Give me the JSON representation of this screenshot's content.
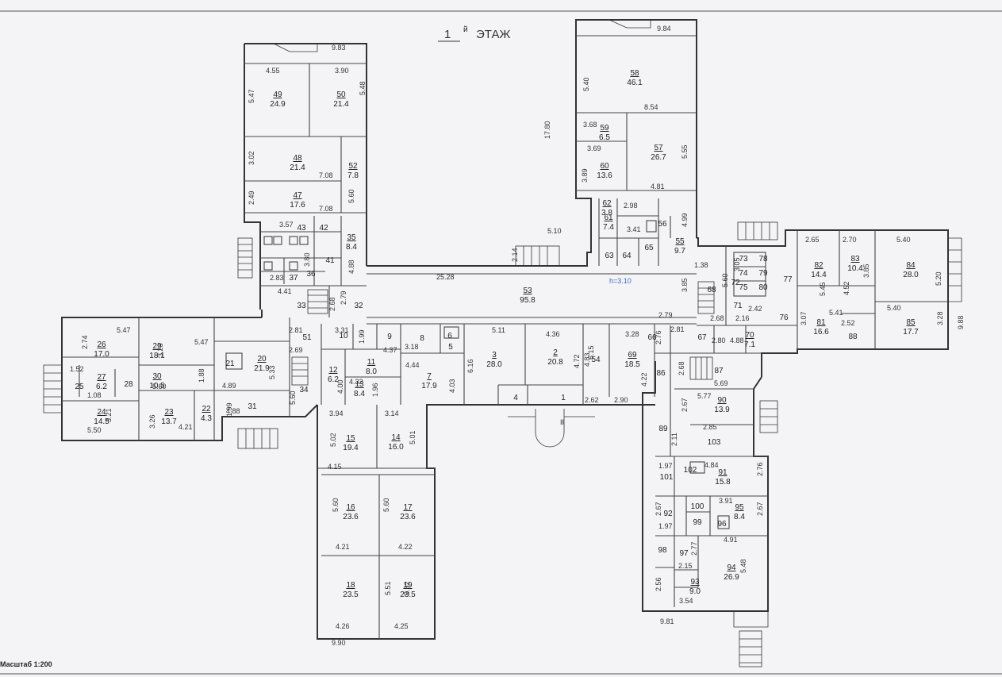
{
  "title": {
    "number": "1",
    "suffix": "й",
    "text": "ЭТАЖ"
  },
  "scale": "Масштаб 1:200",
  "height_note": "h=3.10",
  "accent_colors": {
    "walls": "#333333",
    "height_note": "#3a6fbf",
    "paper": "#f4f4f6"
  },
  "rooms": [
    {
      "n": "49",
      "a": "24.9"
    },
    {
      "n": "50",
      "a": "21.4"
    },
    {
      "n": "48",
      "a": "21.4"
    },
    {
      "n": "52",
      "a": "7.8"
    },
    {
      "n": "47",
      "a": "17.6"
    },
    {
      "n": "43",
      "a": ""
    },
    {
      "n": "42",
      "a": ""
    },
    {
      "n": "35",
      "a": "8.4"
    },
    {
      "n": "41",
      "a": ""
    },
    {
      "n": "37",
      "a": ""
    },
    {
      "n": "36",
      "a": ""
    },
    {
      "n": "33",
      "a": ""
    },
    {
      "n": "32",
      "a": ""
    },
    {
      "n": "53",
      "a": "95.8"
    },
    {
      "n": "58",
      "a": "46.1"
    },
    {
      "n": "59",
      "a": "6.5"
    },
    {
      "n": "60",
      "a": "13.6"
    },
    {
      "n": "57",
      "a": "26.7"
    },
    {
      "n": "62",
      "a": "3.8"
    },
    {
      "n": "61",
      "a": "7.4"
    },
    {
      "n": "56",
      "a": ""
    },
    {
      "n": "55",
      "a": "9.7"
    },
    {
      "n": "63",
      "a": ""
    },
    {
      "n": "64",
      "a": ""
    },
    {
      "n": "65",
      "a": ""
    },
    {
      "n": "26",
      "a": "17.0"
    },
    {
      "n": "29",
      "a": "18.1"
    },
    {
      "n": "27",
      "a": "6.2"
    },
    {
      "n": "25",
      "a": ""
    },
    {
      "n": "28",
      "a": ""
    },
    {
      "n": "30",
      "a": "10.5"
    },
    {
      "n": "24",
      "a": "14.5"
    },
    {
      "n": "23",
      "a": "13.7"
    },
    {
      "n": "22",
      "a": "4.3"
    },
    {
      "n": "21",
      "a": ""
    },
    {
      "n": "20",
      "a": "21.9"
    },
    {
      "n": "31",
      "a": ""
    },
    {
      "n": "51",
      "a": ""
    },
    {
      "n": "34",
      "a": ""
    },
    {
      "n": "10",
      "a": ""
    },
    {
      "n": "11",
      "a": "8.0"
    },
    {
      "n": "12",
      "a": "6.2"
    },
    {
      "n": "13",
      "a": "8.4"
    },
    {
      "n": "9",
      "a": ""
    },
    {
      "n": "8",
      "a": ""
    },
    {
      "n": "6",
      "a": ""
    },
    {
      "n": "5",
      "a": ""
    },
    {
      "n": "7",
      "a": "17.9"
    },
    {
      "n": "3",
      "a": "28.0"
    },
    {
      "n": "2",
      "a": "20.8"
    },
    {
      "n": "54",
      "a": ""
    },
    {
      "n": "69",
      "a": "18.5"
    },
    {
      "n": "4",
      "a": ""
    },
    {
      "n": "1",
      "a": ""
    },
    {
      "n": "15",
      "a": "19.4"
    },
    {
      "n": "14",
      "a": "16.0"
    },
    {
      "n": "16",
      "a": "23.6"
    },
    {
      "n": "17",
      "a": "23.6"
    },
    {
      "n": "18",
      "a": "23.5"
    },
    {
      "n": "19",
      "a": "23.5"
    },
    {
      "n": "68",
      "a": ""
    },
    {
      "n": "72",
      "a": ""
    },
    {
      "n": "77",
      "a": ""
    },
    {
      "n": "71",
      "a": ""
    },
    {
      "n": "76",
      "a": ""
    },
    {
      "n": "82",
      "a": "14.4"
    },
    {
      "n": "83",
      "a": "10.4"
    },
    {
      "n": "84",
      "a": "28.0"
    },
    {
      "n": "81",
      "a": "16.6"
    },
    {
      "n": "88",
      "a": ""
    },
    {
      "n": "85",
      "a": "17.7"
    },
    {
      "n": "66",
      "a": ""
    },
    {
      "n": "67",
      "a": ""
    },
    {
      "n": "70",
      "a": "7.1"
    },
    {
      "n": "86",
      "a": ""
    },
    {
      "n": "87",
      "a": ""
    },
    {
      "n": "90",
      "a": "13.9"
    },
    {
      "n": "89",
      "a": ""
    },
    {
      "n": "103",
      "a": ""
    },
    {
      "n": "101",
      "a": ""
    },
    {
      "n": "102",
      "a": ""
    },
    {
      "n": "91",
      "a": "15.8"
    },
    {
      "n": "92",
      "a": ""
    },
    {
      "n": "100",
      "a": ""
    },
    {
      "n": "95",
      "a": "8.4"
    },
    {
      "n": "99",
      "a": ""
    },
    {
      "n": "96",
      "a": ""
    },
    {
      "n": "98",
      "a": ""
    },
    {
      "n": "97",
      "a": ""
    },
    {
      "n": "94",
      "a": "26.9"
    },
    {
      "n": "93",
      "a": "9.0"
    },
    {
      "n": "73",
      "a": ""
    },
    {
      "n": "74",
      "a": ""
    },
    {
      "n": "75",
      "a": ""
    },
    {
      "n": "78",
      "a": ""
    },
    {
      "n": "79",
      "a": ""
    },
    {
      "n": "80",
      "a": ""
    }
  ],
  "dimensions": [
    "9.83",
    "4.55",
    "3.90",
    "5.47",
    "5.48",
    "3.02",
    "7.08",
    "2.49",
    "7.08",
    "5.60",
    "3.57",
    "2.83",
    "3.80",
    "4.88",
    "4.41",
    "2.68",
    "2.79",
    "25.28",
    "5.10",
    "2.14",
    "9.84",
    "5.40",
    "17.80",
    "8.54",
    "3.68",
    "3.69",
    "3.89",
    "4.81",
    "5.55",
    "2.98",
    "3.41",
    "4.99",
    "3.85",
    "2.79",
    "2.74",
    "5.47",
    "3.23",
    "5.47",
    "1.52",
    "1.08",
    "5.60",
    "1.88",
    "3.21",
    "3.26",
    "4.21",
    "5.50",
    "4.89",
    "5.33",
    "1.99",
    "4.88",
    "5.60",
    "2.81",
    "2.69",
    "3.31",
    "1.99",
    "4.37",
    "4.32",
    "1.96",
    "4.00",
    "3.18",
    "4.44",
    "4.03",
    "5.11",
    "6.16",
    "4.36",
    "4.72",
    "4.83",
    "6.15",
    "3.28",
    "2.62",
    "2.90",
    "4.22",
    "3.94",
    "3.14",
    "5.02",
    "5.01",
    "4.15",
    "5.60",
    "5.60",
    "4.21",
    "4.22",
    "5.51",
    "5.52",
    "4.26",
    "4.25",
    "9.90",
    "1.38",
    "5.60",
    "3.05",
    "2.68",
    "2.16",
    "2.42",
    "2.80",
    "4.88",
    "2.65",
    "2.70",
    "5.40",
    "3.85",
    "5.45",
    "4.52",
    "5.41",
    "3.07",
    "2.52",
    "5.40",
    "5.20",
    "3.28",
    "9.88",
    "2.76",
    "2.81",
    "2.68",
    "5.69",
    "5.77",
    "2.67",
    "2.85",
    "2.11",
    "1.97",
    "4.84",
    "2.76",
    "2.67",
    "1.97",
    "3.91",
    "2.67",
    "4.91",
    "2.77",
    "2.15",
    "5.48",
    "2.56",
    "3.54",
    "9.81"
  ]
}
